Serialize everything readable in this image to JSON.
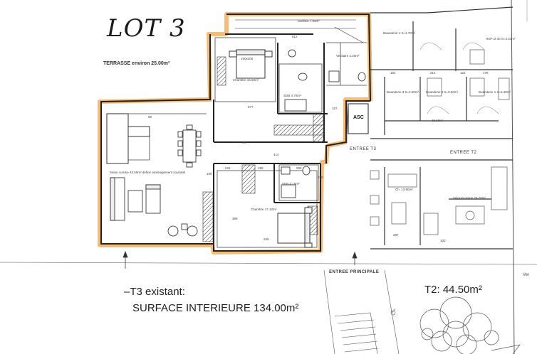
{
  "handwritten_title": "LOT 3",
  "terrace_label": "TERRASSE environ 25.00m²",
  "t3_label": "–T3 existant:",
  "surface_label": "SURFACE INTERIEURE 134.00m²",
  "t2_label": "T2: 44.50m²",
  "entree_principale": "ENTREE PRINCIPALE",
  "entree_t3": "ENTREE T3",
  "entree_t2": "ENTREE T2",
  "asc": "ASC",
  "ver_fragment": "Ver",
  "rooms": {
    "chambre1": "Chambre 15.50m²",
    "bed1": "160x200",
    "sdb1": "SDB 4.70m²",
    "vestiaire": "Vestiaire 2.20m²",
    "salon": "Salon cuisine 45.50m² définir aménagement souhaité",
    "sdb2": "SDB 4.10m²",
    "chambre2": "Chambre 17.10m²",
    "dim_top": "Surface 7.00m²",
    "dim_212": "612",
    "dim_58": "58",
    "dim_577": "577",
    "dim_187": "187",
    "dim_414": "414",
    "dim_222": "222",
    "dim_547": "547",
    "dim_345": "345",
    "dim_396": "396",
    "dim_158": "158",
    "dim_280": "280",
    "dim_156": "156",
    "dim_250": "250"
  },
  "right_rooms": {
    "b4": "Buanderie 4 S=4.70m²",
    "b3": "Buanderie 3 S=4.00m²",
    "b2": "Buanderie 2 S=5.50m²",
    "b1": "Buanderie 1 S=5.30m²",
    "hsp": "HSP=2.40 S=4.51m²",
    "ch": "Ch. 13.90m²",
    "sejour": "Séjour/cuisine 24.20m²",
    "vol": "25.90m²",
    "dims": [
      "164",
      "214",
      "122",
      "176",
      "287",
      "100"
    ]
  }
}
